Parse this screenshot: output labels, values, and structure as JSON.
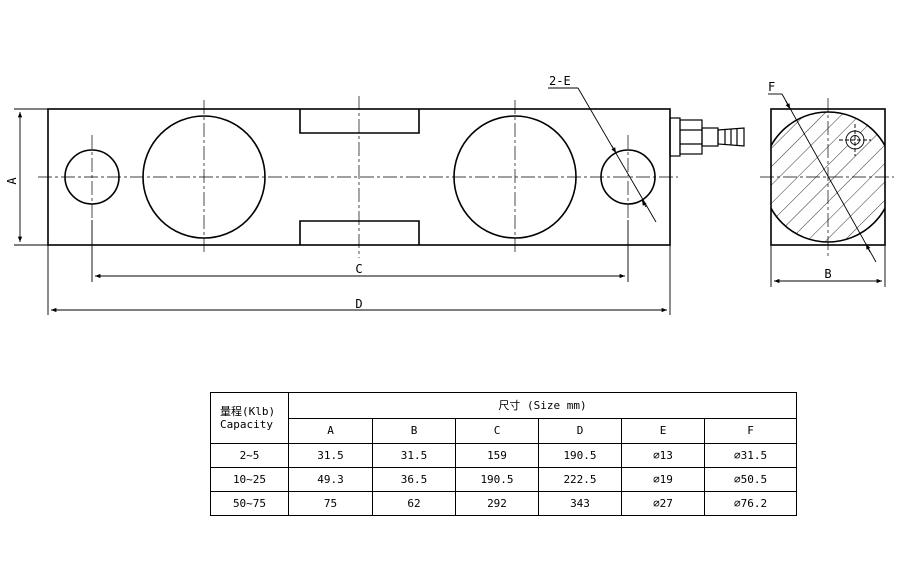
{
  "drawing": {
    "labels": {
      "A": "A",
      "B": "B",
      "C": "C",
      "D": "D",
      "E": "2-E",
      "F": "F"
    }
  },
  "table": {
    "capacity_header_line1": "量程(Klb)",
    "capacity_header_line2": "Capacity",
    "size_header": "尺寸 (Size mm)",
    "columns": [
      "A",
      "B",
      "C",
      "D",
      "E",
      "F"
    ],
    "rows": [
      {
        "capacity": "2~5",
        "values": [
          "31.5",
          "31.5",
          "159",
          "190.5",
          "⌀13",
          "⌀31.5"
        ]
      },
      {
        "capacity": "10~25",
        "values": [
          "49.3",
          "36.5",
          "190.5",
          "222.5",
          "⌀19",
          "⌀50.5"
        ]
      },
      {
        "capacity": "50~75",
        "values": [
          "75",
          "62",
          "292",
          "343",
          "⌀27",
          "⌀76.2"
        ]
      }
    ]
  }
}
